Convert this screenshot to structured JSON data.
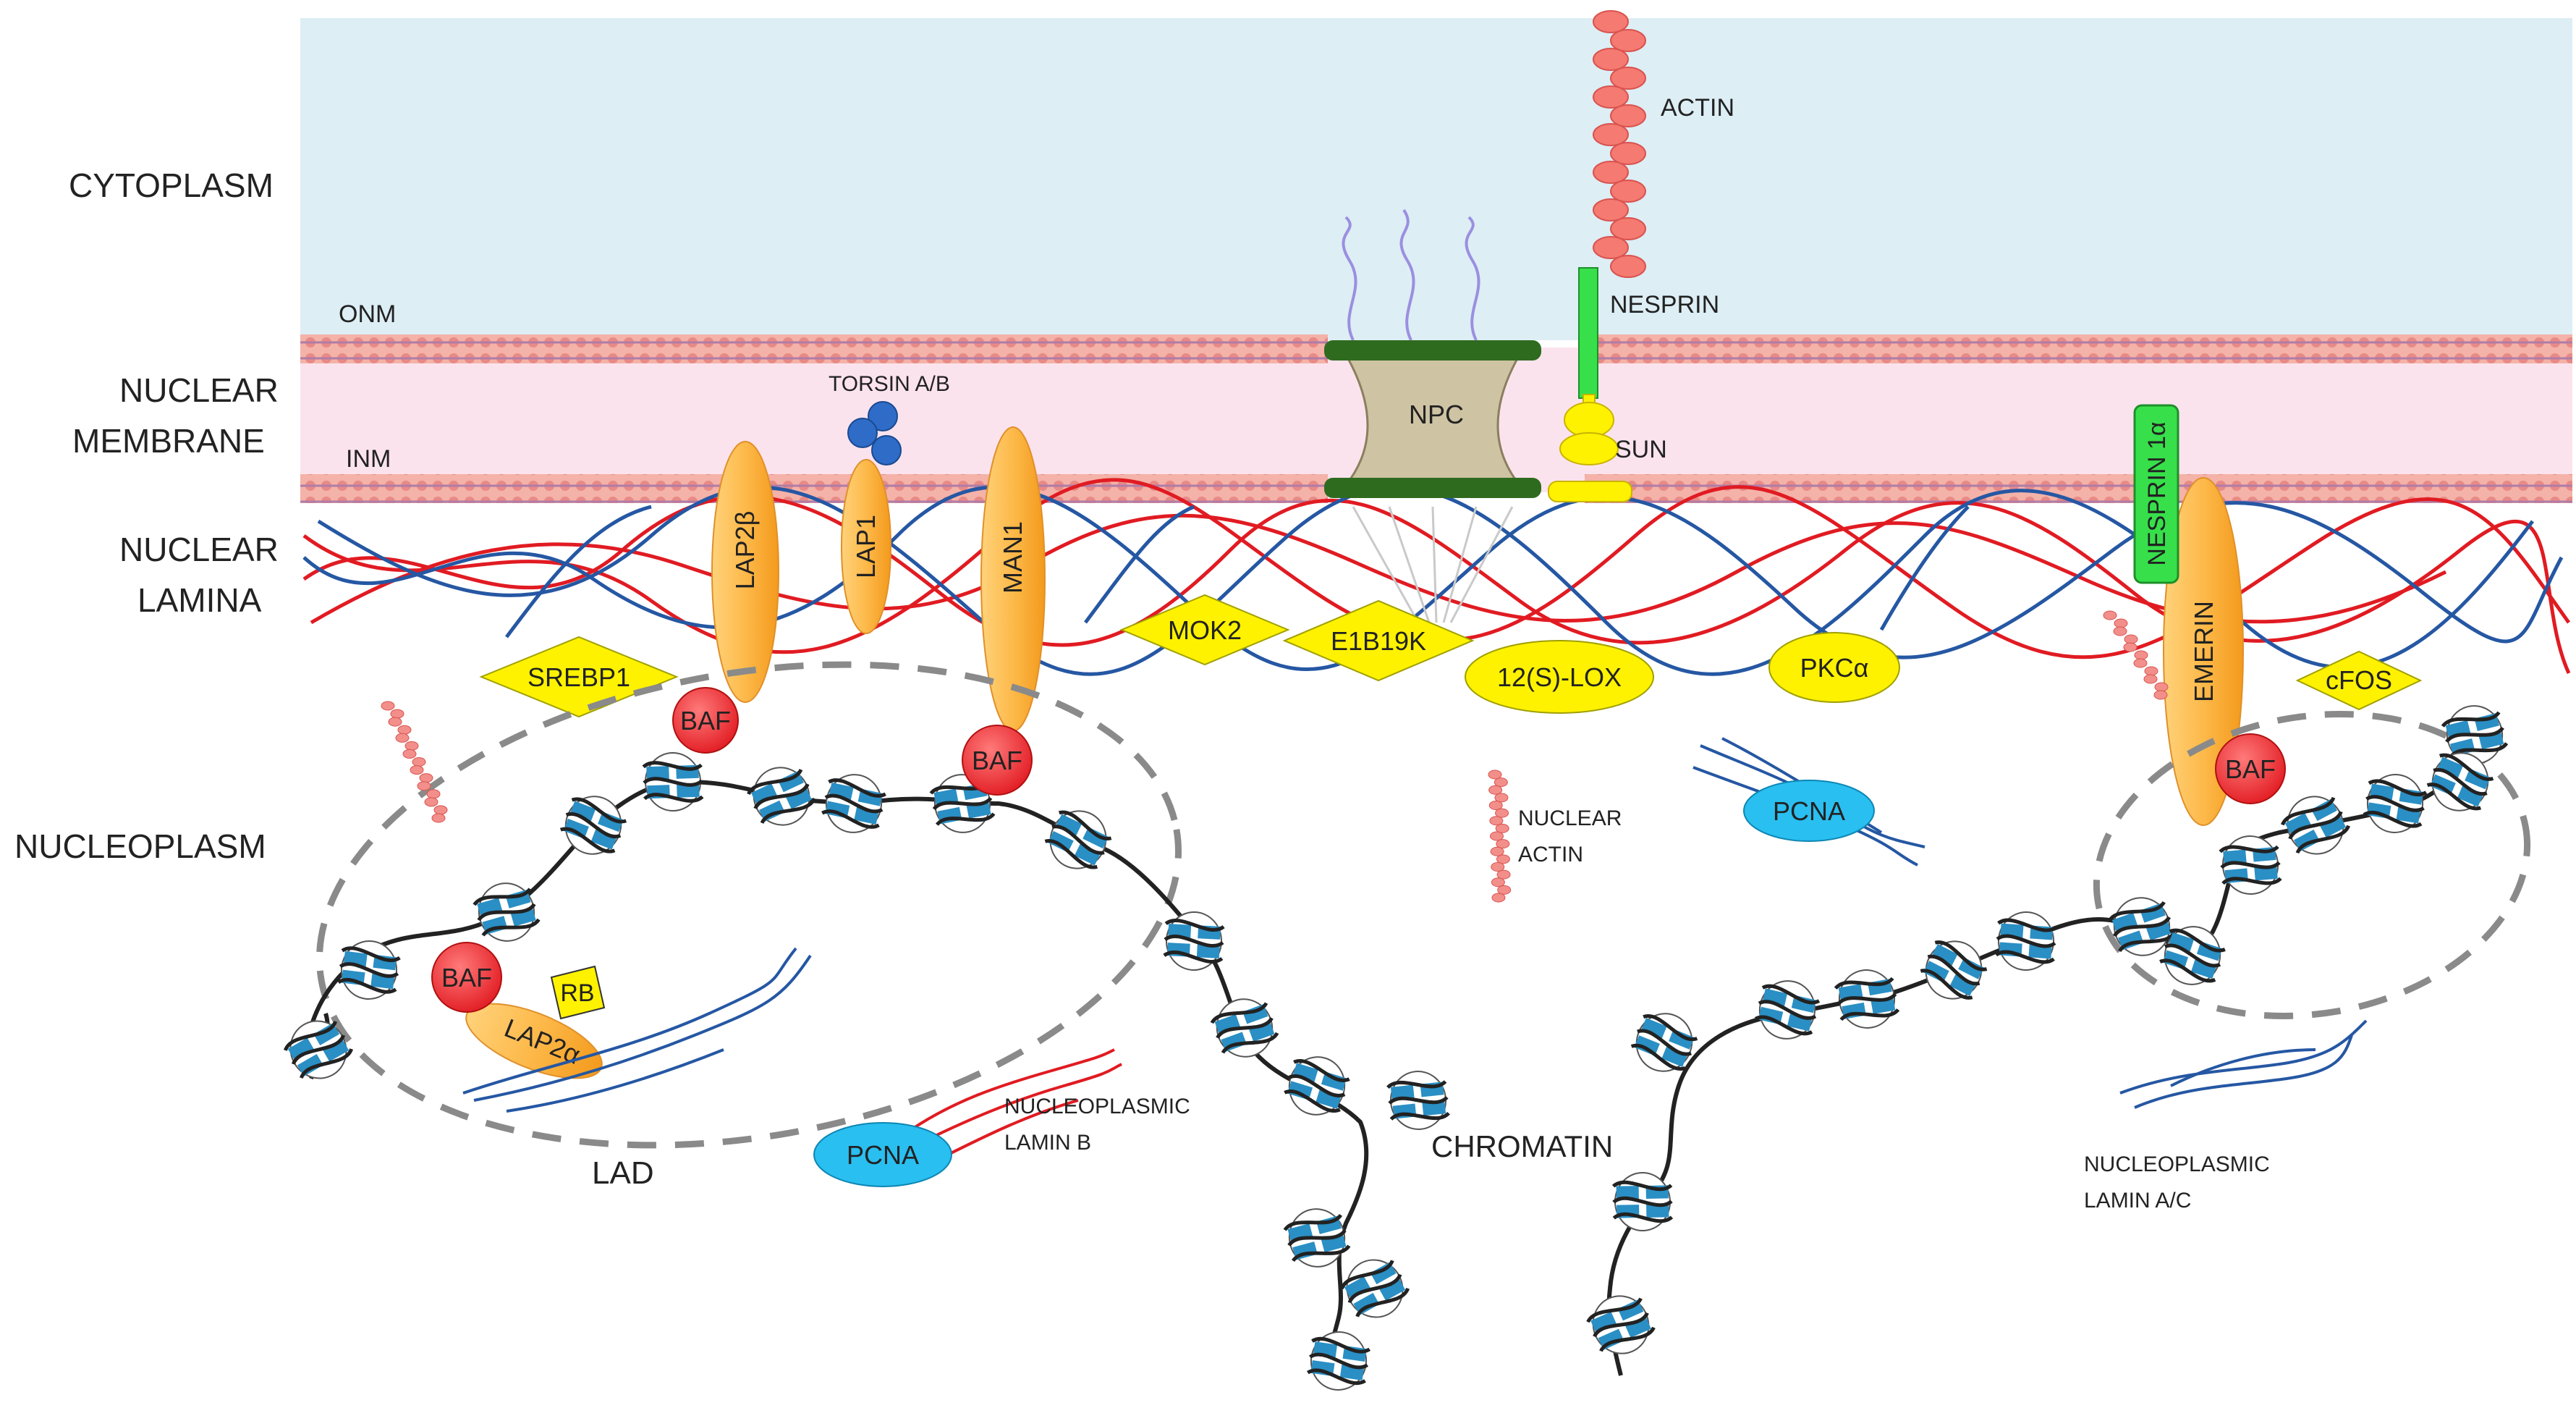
{
  "regions": {
    "cytoplasm": "CYTOPLASM",
    "nuclear_membrane_line1": "NUCLEAR",
    "nuclear_membrane_line2": "MEMBRANE",
    "nuclear_lamina_line1": "NUCLEAR",
    "nuclear_lamina_line2": "LAMINA",
    "nucleoplasm": "NUCLEOPLASM"
  },
  "membranes": {
    "onm": "ONM",
    "inm": "INM"
  },
  "proteins": {
    "actin": "ACTIN",
    "nesprin": "NESPRIN",
    "sun": "SUN",
    "npc": "NPC",
    "torsin": "TORSIN A/B",
    "lap2b": "LAP2β",
    "lap1": "LAP1",
    "man1": "MAN1",
    "nesprin1a": "NESPRIN 1α",
    "emerin": "EMERIN",
    "baf": "BAF",
    "lap2a": "LAP2α",
    "rb": "RB",
    "srebp1": "SREBP1",
    "mok2": "MOK2",
    "e1b19k": "E1B19K",
    "lox": "12(S)-LOX",
    "pkca": "PKCα",
    "cfos": "cFOS",
    "pcna": "PCNA"
  },
  "annotations": {
    "nuclear_actin_line1": "NUCLEAR",
    "nuclear_actin_line2": "ACTIN",
    "lamin_b_line1": "NUCLEOPLASMIC",
    "lamin_b_line2": "LAMIN B",
    "lamin_ac_line1": "NUCLEOPLASMIC",
    "lamin_ac_line2": "LAMIN A/C",
    "chromatin": "CHROMATIN",
    "lad": "LAD"
  },
  "colors": {
    "cytoplasm": "#ddeef5",
    "membrane_space": "#fbe3ee",
    "membrane": "#f2a6a0",
    "lamin_a": "#e11b22",
    "lamin_b": "#2557a3",
    "protein_orange": "#fdb94a",
    "protein_yellow": "#fff200",
    "baf_red": "#ee2d2d",
    "pcna_cyan": "#29bff0",
    "nesprin_green": "#37e04a",
    "npc_green": "#2f6b1f",
    "nucleosome_blue": "#2a8fc4",
    "lad_dash": "#8a8a8a"
  }
}
